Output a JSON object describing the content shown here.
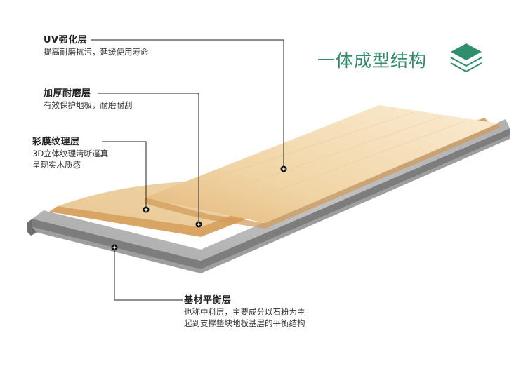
{
  "heading": "一体成型结构",
  "colors": {
    "accent": "#2f8f6c",
    "wood_light": "#f6e3bf",
    "wood_dark": "#e2b77c",
    "base_top": "#b7b7b7",
    "base_side": "#7a7a7a",
    "line": "#222222"
  },
  "icons": [
    "layers-icon",
    "plus-marker-icon"
  ],
  "layers": [
    {
      "title": "UV强化层",
      "desc": "提高耐磨抗污，延缓使用寿命"
    },
    {
      "title": "加厚耐磨层",
      "desc": "有效保护地板，耐磨耐刮"
    },
    {
      "title": "彩膜纹理层",
      "desc": "3D立体纹理清晰逼真\n呈现实木质感"
    },
    {
      "title": "基材平衡层",
      "desc": "也称中料层，主要成分以石粉为主\n起到支撑整块地板基层的平衡结构"
    }
  ]
}
